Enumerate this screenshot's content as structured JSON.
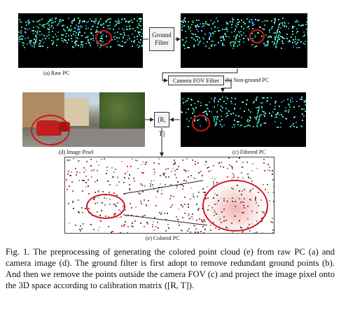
{
  "figure": {
    "panels": {
      "raw_pc": {
        "label": "(a)  Raw PC"
      },
      "non_ground_pc": {
        "label": "(b) Non-ground PC"
      },
      "filtered_pc": {
        "label": "(c) Filtered PC"
      },
      "image_pixel": {
        "label": "(d) Image Pixel"
      },
      "colored_pc": {
        "label": "(e) Colored PC"
      }
    },
    "boxes": {
      "ground_filter": {
        "line1": "Ground",
        "line2": "Filter"
      },
      "camera_fov_filter": {
        "label": "Camera FOV Filter"
      },
      "calibration": {
        "label": "[R, T]"
      }
    },
    "colors": {
      "highlight": "#d0161d",
      "pc_green": "#2fc07a",
      "pc_blue": "#3a6fe0"
    }
  },
  "caption": {
    "prefix": "Fig. 1.",
    "text": "The preprocessing of generating the colored point cloud (e) from raw PC (a) and camera image (d). The ground filter is first adopt to remove redundant ground points (b). And then we remove the points outside the camera FOV (c) and project the image pixel onto the 3D space according to calibration matrix ([R, T])."
  }
}
